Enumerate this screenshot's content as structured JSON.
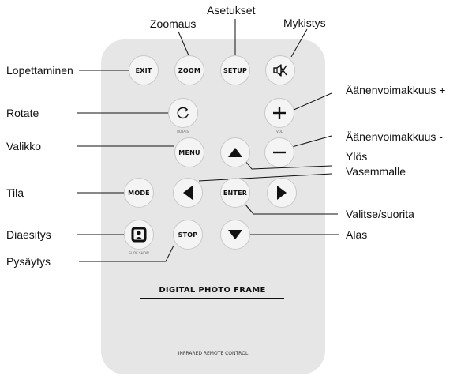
{
  "labels": {
    "zoomaus": "Zoomaus",
    "asetukset": "Asetukset",
    "mykistys": "Mykistys",
    "lopettaminen": "Lopettaminen",
    "aanenvoimakkuus_plus": "Äänenvoimakkuus +",
    "rotate": "Rotate",
    "valikko": "Valikko",
    "aanenvoimakkuus_minus": "Äänenvoimakkuus -",
    "ylos": "Ylös",
    "vasemmalle": "Vasemmalle",
    "tila": "Tila",
    "valitse_suorita": "Valitse/suorita",
    "diaesitys": "Diaesitys",
    "alas": "Alas",
    "pysaytys": "Pysäytys"
  },
  "buttons": {
    "exit": "EXIT",
    "zoom": "ZOOM",
    "setup": "SETUP",
    "menu": "MENU",
    "mode": "MODE",
    "enter": "ENTER",
    "stop": "STOP"
  },
  "sublabels": {
    "rotate": "ROTATE",
    "vol": "VOL",
    "slide_show": "SLIDE SHOW"
  },
  "icons": {
    "mute": "speaker-muted-icon",
    "rotate": "rotate-arrow-icon",
    "vol_up": "plus-icon",
    "vol_down": "minus-icon",
    "up": "triangle-up-icon",
    "down": "triangle-down-icon",
    "left": "triangle-left-icon",
    "right": "triangle-right-icon",
    "slideshow": "slideshow-icon"
  },
  "remote": {
    "title": "DIGITAL PHOTO FRAME",
    "footer": "INFRARED REMOTE CONTROL"
  },
  "colors": {
    "remote_body": "#e6e6e6",
    "button_face": "#f4f4f4",
    "button_rim": "#c9c9c9",
    "ink": "#111111"
  }
}
